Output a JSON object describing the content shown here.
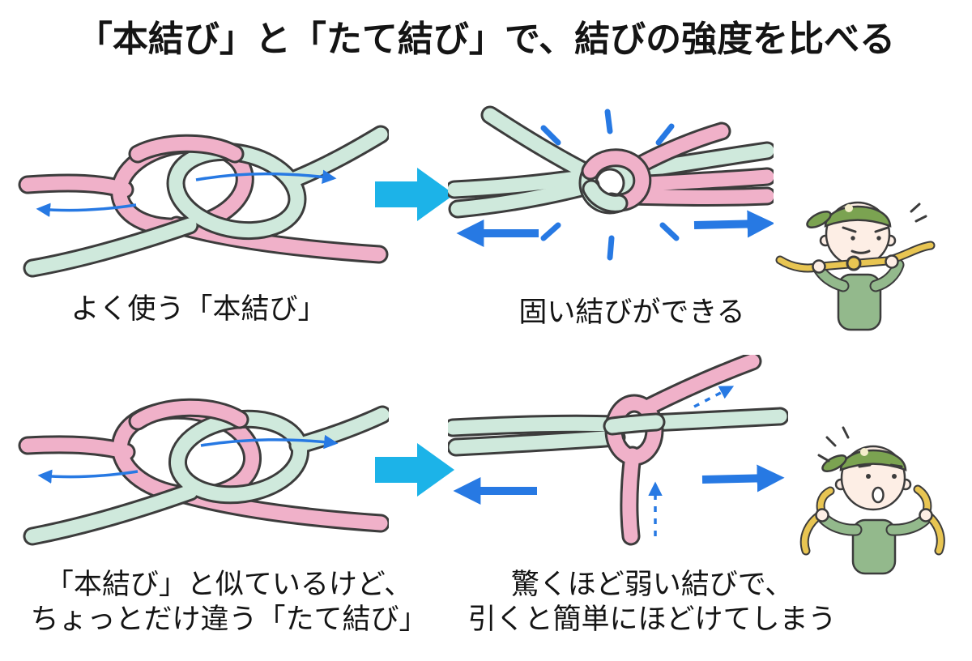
{
  "title": "「本結び」と「たて結び」で、結びの強度を比べる",
  "colors": {
    "background": "#ffffff",
    "text": "#141414",
    "outline": "#3c3c3c",
    "rope_pink": "#f0b1c9",
    "rope_mint": "#cfe9dc",
    "big_arrow": "#1cb3e8",
    "pull_arrow": "#2779e3",
    "rope_yellow": "#e8c552",
    "cap_green": "#7ba351",
    "cap_patch": "#f4eecb",
    "shirt_green": "#93b98c",
    "skin": "#fdeee5",
    "mouth": "#ffffff"
  },
  "sections": {
    "top_left": {
      "caption": "よく使う「本結び」"
    },
    "top_right": {
      "caption": "固い結びができる"
    },
    "bottom_left": {
      "caption_line1": "「本結び」と似ているけど、",
      "caption_line2": "ちょっとだけ違う「たて結び」"
    },
    "bottom_right": {
      "caption_line1": "驚くほど弱い結びで、",
      "caption_line2": "引くと簡単にほどけてしまう"
    }
  }
}
